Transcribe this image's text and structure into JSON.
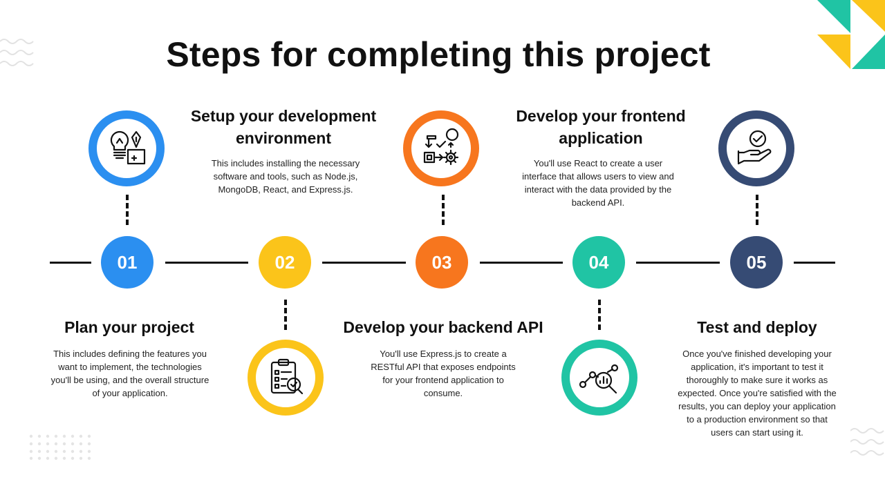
{
  "title": "Steps for completing this project",
  "colors": {
    "blue": "#2b8ff0",
    "yellow": "#fbc41a",
    "orange": "#f7761e",
    "teal": "#20c4a4",
    "navy": "#364b74"
  },
  "steps": [
    {
      "number": "01",
      "title": "Plan your project",
      "description": "This includes defining the features you want to implement, the technologies you'll be using, and the overall structure of your application.",
      "icon": "lightbulb-pen-icon",
      "color": "#2b8ff0"
    },
    {
      "number": "02",
      "title": "Setup your development environment",
      "description": "This includes installing the necessary software and tools, such as Node.js, MongoDB, React, and Express.js.",
      "icon": "clipboard-check-icon",
      "color": "#fbc41a"
    },
    {
      "number": "03",
      "title": "Develop your backend API",
      "description": "You'll use Express.js to create a RESTful API that exposes endpoints for your frontend application to consume.",
      "icon": "workflow-gear-icon",
      "color": "#f7761e"
    },
    {
      "number": "04",
      "title": "Develop your frontend application",
      "description": "You'll use React to create a user interface that allows users to view and interact with the data provided by the backend API.",
      "icon": "analytics-magnifier-icon",
      "color": "#20c4a4"
    },
    {
      "number": "05",
      "title": "Test and deploy",
      "description": "Once you've finished developing your application, it's important to test it thoroughly to make sure it works as expected. Once you're satisfied with the results, you can deploy your application to a production environment so that users can start using it.",
      "icon": "hand-check-icon",
      "color": "#364b74"
    }
  ]
}
